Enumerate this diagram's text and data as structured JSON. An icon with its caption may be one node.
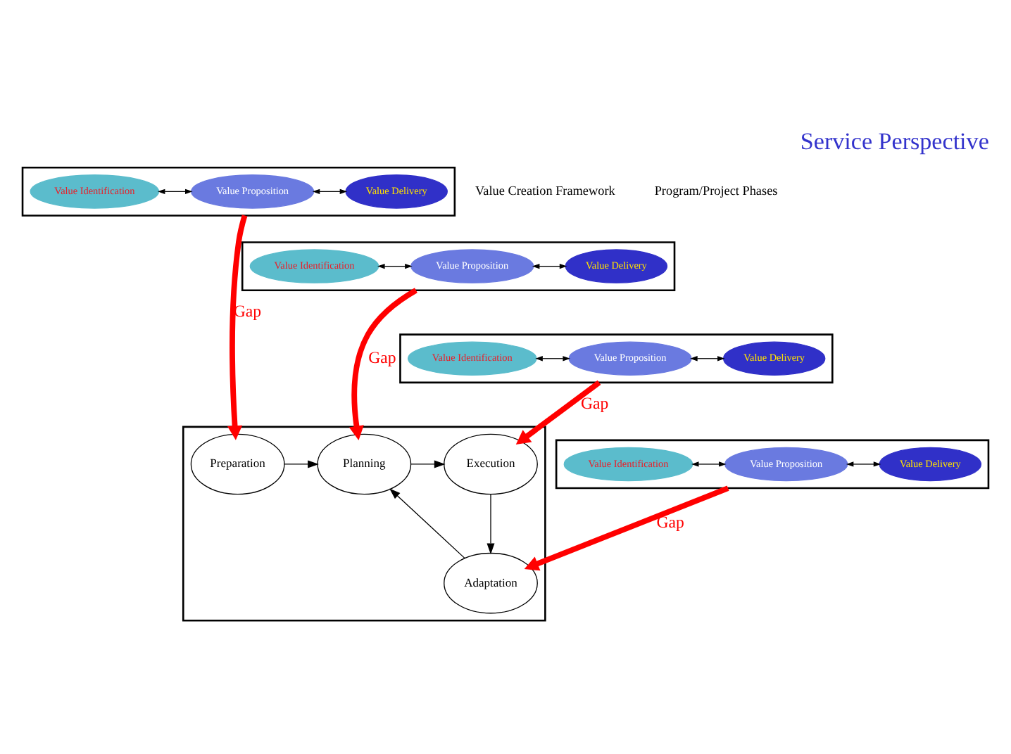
{
  "diagram": {
    "title": "Service Perspective",
    "nodes": [
      {
        "text": [],
        "shape": "box"
      },
      {
        "text": [
          "Value Identification"
        ],
        "in": 0
      },
      {
        "text": [
          "Value Proposition"
        ],
        "in": 0
      },
      {
        "text": [
          "Value Delivery"
        ],
        "in": 0
      },
      {
        "text": [],
        "shape": "box"
      },
      {
        "text": [
          "Value Identification"
        ],
        "in": 4
      },
      {
        "text": [
          "Value Proposition"
        ],
        "in": 4
      },
      {
        "text": [
          "Value Delivery"
        ],
        "in": 4
      },
      {
        "text": [],
        "shape": "box"
      },
      {
        "text": [
          "Value Identification"
        ],
        "in": 8
      },
      {
        "text": [
          "Value Proposition"
        ],
        "in": 8
      },
      {
        "text": [
          "Value Delivery"
        ],
        "in": 8
      },
      {
        "text": [],
        "shape": "box"
      },
      {
        "text": [
          "Value Identification"
        ],
        "in": 12
      },
      {
        "text": [
          "Value Proposition"
        ],
        "in": 12
      },
      {
        "text": [
          "Value Delivery"
        ],
        "in": 12
      },
      {
        "text": [],
        "shape": "box"
      },
      {
        "text": [
          "Preparation"
        ],
        "in": 16
      },
      {
        "text": [
          "Planning"
        ],
        "in": 16
      },
      {
        "text": [
          "Execution"
        ],
        "in": 16
      },
      {
        "text": [
          "Adaptation"
        ],
        "in": 16
      }
    ],
    "edges": [
      {
        "from": 1,
        "to": 2,
        "arrow": "both"
      },
      {
        "from": 2,
        "to": 3,
        "arrow": "both"
      },
      {
        "from": 5,
        "to": 6,
        "arrow": "both"
      },
      {
        "from": 6,
        "to": 7,
        "arrow": "both"
      },
      {
        "from": 9,
        "to": 10,
        "arrow": "both"
      },
      {
        "from": 10,
        "to": 11,
        "arrow": "both"
      },
      {
        "from": 13,
        "to": 14,
        "arrow": "both"
      },
      {
        "from": 14,
        "to": 15,
        "arrow": "both"
      },
      {
        "from": 0,
        "to": 17,
        "arrow": "to",
        "label": "Gap",
        "style": "thick",
        "color": "#ff0000"
      },
      {
        "from": 4,
        "to": 18,
        "arrow": "to",
        "label": "Gap",
        "style": "thick",
        "color": "#ff0000"
      },
      {
        "from": 8,
        "to": 19,
        "arrow": "to",
        "label": "Gap",
        "style": "thick",
        "color": "#ff0000"
      },
      {
        "from": 12,
        "to": 20,
        "arrow": "to",
        "label": "Gap",
        "style": "thick",
        "color": "#ff0000"
      },
      {
        "from": 17,
        "to": 18,
        "arrow": "to"
      },
      {
        "from": 18,
        "to": 19,
        "arrow": "to"
      },
      {
        "from": 19,
        "to": 20,
        "arrow": "to"
      },
      {
        "from": 20,
        "to": 18,
        "arrow": "to"
      }
    ],
    "labels": [
      "Value Creation Framework",
      "Program/Project Phases"
    ]
  }
}
